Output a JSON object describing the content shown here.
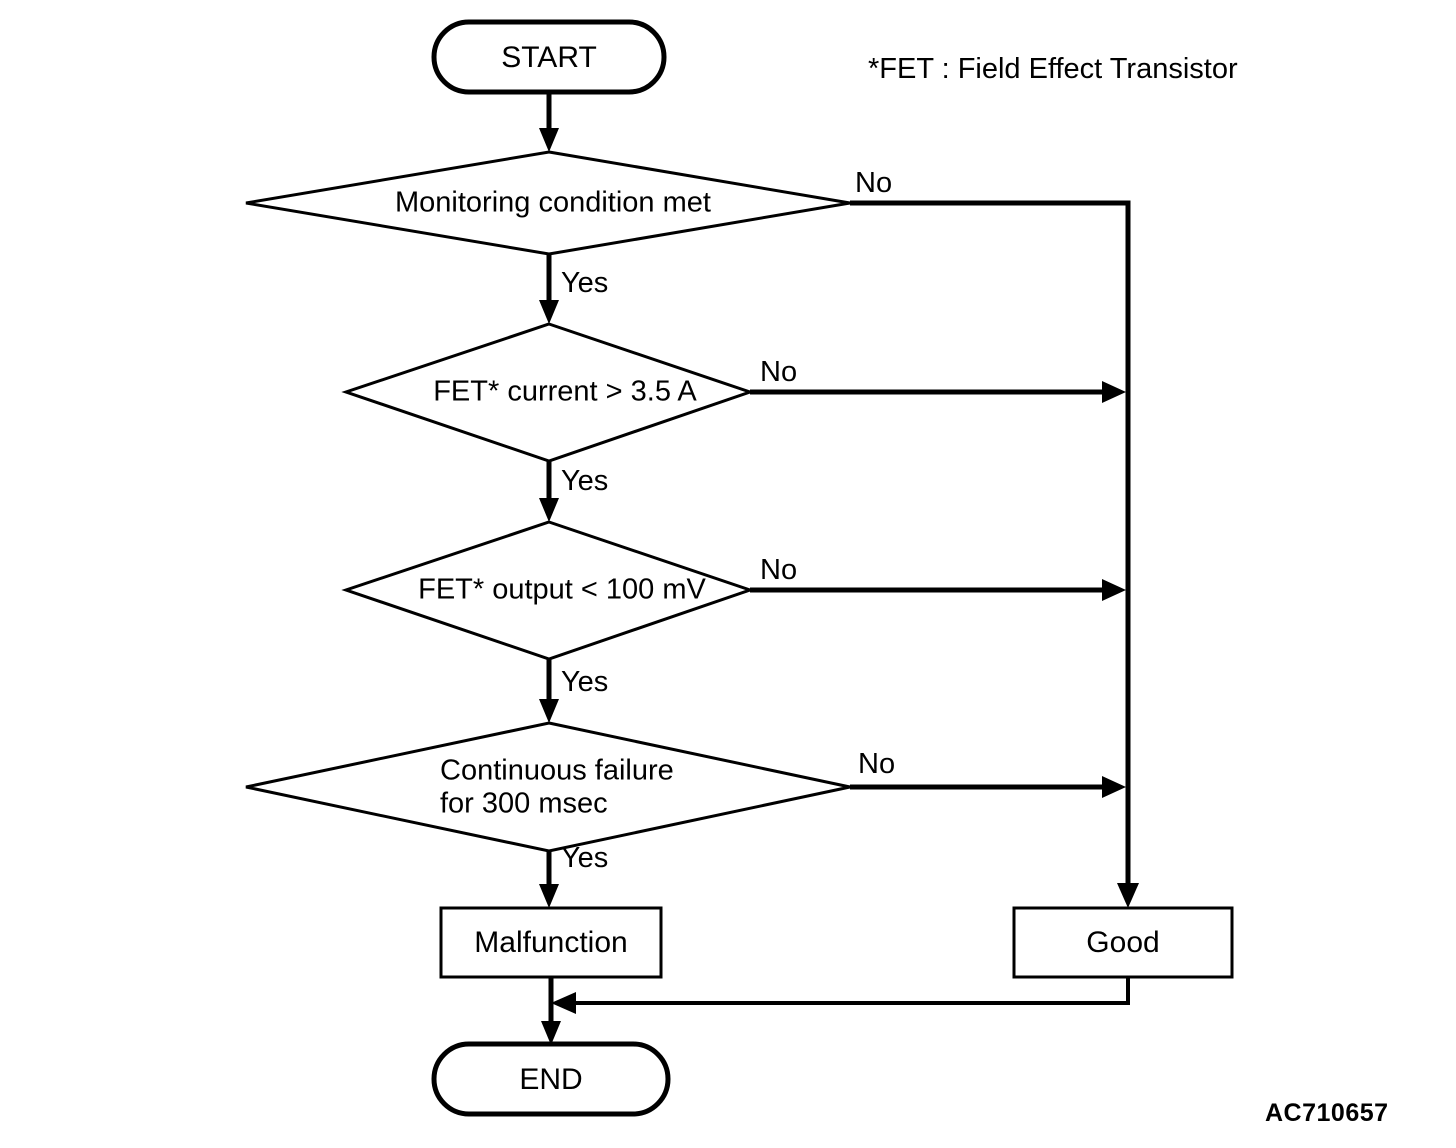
{
  "diagram": {
    "type": "flowchart",
    "title_note": "*FET : Field Effect Transistor",
    "reference_code": "AC710657",
    "stroke_color": "#000000",
    "background_color": "#ffffff",
    "nodes": {
      "start": {
        "label": "START",
        "shape": "terminator"
      },
      "decision1": {
        "label": "Monitoring condition met",
        "shape": "decision"
      },
      "decision2": {
        "label": "FET* current > 3.5 A",
        "shape": "decision"
      },
      "decision3": {
        "label": "FET* output < 100 mV",
        "shape": "decision"
      },
      "decision4": {
        "label_line1": "Continuous failure",
        "label_line2": "for 300 msec",
        "shape": "decision"
      },
      "malfunction": {
        "label": "Malfunction",
        "shape": "process"
      },
      "good": {
        "label": "Good",
        "shape": "process"
      },
      "end": {
        "label": "END",
        "shape": "terminator"
      }
    },
    "branch_labels": {
      "yes1": "Yes",
      "no1": "No",
      "yes2": "Yes",
      "no2": "No",
      "yes3": "Yes",
      "no3": "No",
      "yes4": "Yes",
      "no4": "No"
    }
  }
}
